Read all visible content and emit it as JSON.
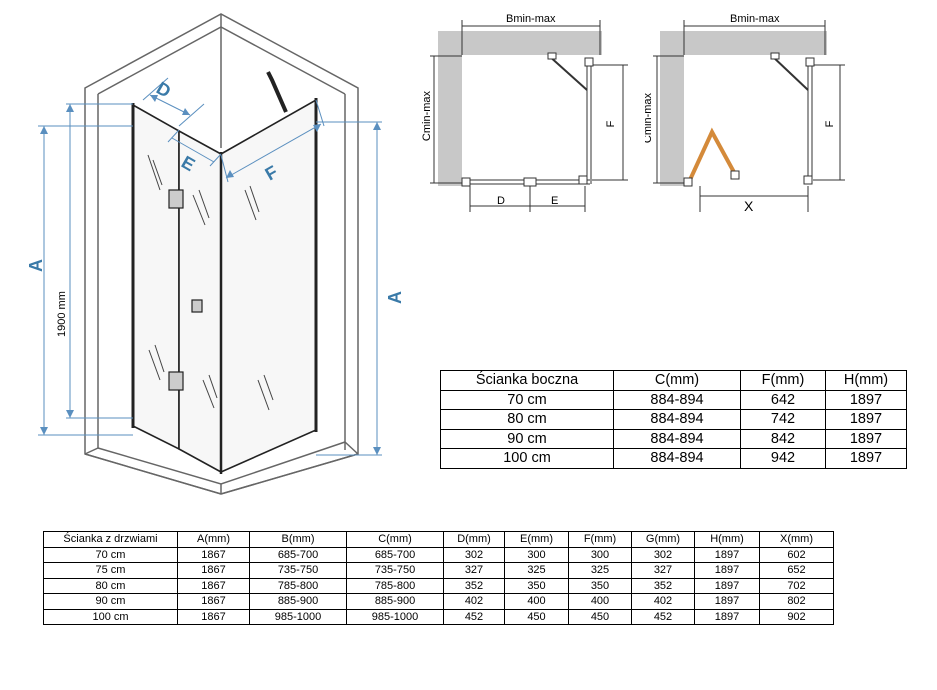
{
  "iso_view": {
    "label_D": "D",
    "label_E": "E",
    "label_F": "F",
    "label_A_left": "A",
    "label_A_right": "A",
    "label_height": "1900 mm",
    "accent_color": "#3a7aa8"
  },
  "plan_view_left": {
    "label_width": "Bmin-max",
    "label_depth": "Cmin-max",
    "label_F": "F",
    "label_D": "D",
    "label_E": "E"
  },
  "plan_view_right": {
    "label_width": "Bmin-max",
    "label_depth": "Cmin-max",
    "label_F": "F",
    "label_X": "X",
    "door_color": "#d48a3a"
  },
  "side_panel_table": {
    "headers": [
      "Ścianka boczna",
      "C(mm)",
      "F(mm)",
      "H(mm)"
    ],
    "rows": [
      [
        "70 cm",
        "884-894",
        "642",
        "1897"
      ],
      [
        "80 cm",
        "884-894",
        "742",
        "1897"
      ],
      [
        "90 cm",
        "884-894",
        "842",
        "1897"
      ],
      [
        "100 cm",
        "884-894",
        "942",
        "1897"
      ]
    ]
  },
  "door_table": {
    "headers": [
      "Ścianka z drzwiami",
      "A(mm)",
      "B(mm)",
      "C(mm)",
      "D(mm)",
      "E(mm)",
      "F(mm)",
      "G(mm)",
      "H(mm)",
      "X(mm)"
    ],
    "rows": [
      [
        "70 cm",
        "1867",
        "685-700",
        "685-700",
        "302",
        "300",
        "300",
        "302",
        "1897",
        "602"
      ],
      [
        "75 cm",
        "1867",
        "735-750",
        "735-750",
        "327",
        "325",
        "325",
        "327",
        "1897",
        "652"
      ],
      [
        "80 cm",
        "1867",
        "785-800",
        "785-800",
        "352",
        "350",
        "350",
        "352",
        "1897",
        "702"
      ],
      [
        "90 cm",
        "1867",
        "885-900",
        "885-900",
        "402",
        "400",
        "400",
        "402",
        "1897",
        "802"
      ],
      [
        "100 cm",
        "1867",
        "985-1000",
        "985-1000",
        "452",
        "450",
        "450",
        "452",
        "1897",
        "902"
      ]
    ]
  }
}
